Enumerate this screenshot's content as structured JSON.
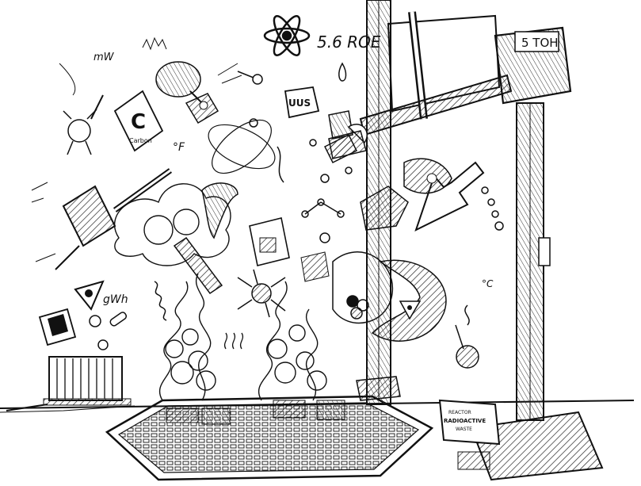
{
  "labels": {
    "top_left_unit": "mW",
    "gantry_tag": "5 TOH",
    "dose_reading": "5.6 ROE",
    "energy_unit": "gWh",
    "temperature_unit": "°F",
    "celsius_unit": "°C",
    "carbon_card_letter": "C",
    "carbon_card_caption": "Carbon",
    "box_letters": "UUS",
    "radioactive_box_line1": "REACTOR",
    "radioactive_box_line2": "RADIOACTIVE",
    "radioactive_box_line3": "WASTE"
  },
  "colors": {
    "ink": "#111111",
    "paper": "#ffffff",
    "hatch": "#333333"
  }
}
